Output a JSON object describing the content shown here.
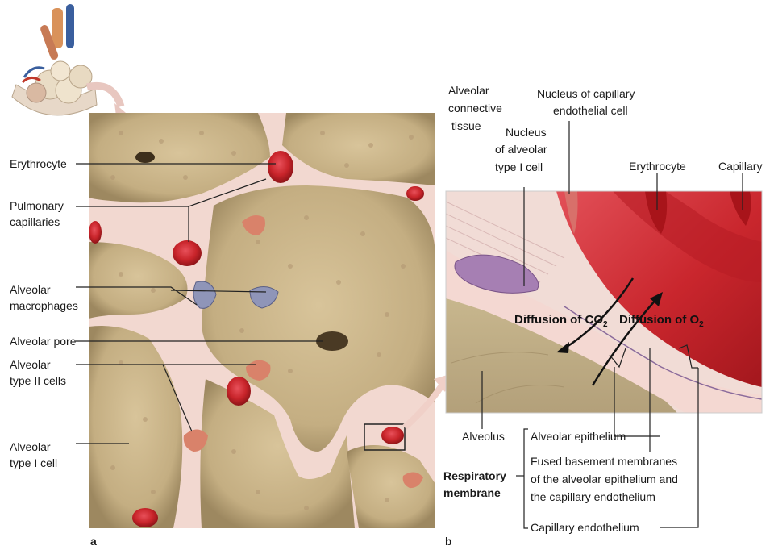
{
  "panel_a": {
    "letter": "a",
    "labels": {
      "erythrocyte": "Erythrocyte",
      "pulmonary_capillaries": [
        "Pulmonary",
        "capillaries"
      ],
      "alveolar_macrophages": [
        "Alveolar",
        "macrophages"
      ],
      "alveolar_pore": "Alveolar pore",
      "alveolar_type_ii": [
        "Alveolar",
        "type II cells"
      ],
      "alveolar_type_i": [
        "Alveolar",
        "type I cell"
      ]
    }
  },
  "panel_b": {
    "letter": "b",
    "labels": {
      "alveolar_connective_tissue": [
        "Alveolar",
        "connective",
        "tissue"
      ],
      "nucleus_type_i": [
        "Nucleus",
        "of alveolar",
        "type I cell"
      ],
      "nucleus_endothelial": [
        "Nucleus of capillary",
        "endothelial cell"
      ],
      "erythrocyte": "Erythrocyte",
      "capillary": "Capillary",
      "alveolus": "Alveolus",
      "diffusion_co2": "Diffusion of CO",
      "diffusion_co2_sub": "2",
      "diffusion_o2": "Diffusion of O",
      "diffusion_o2_sub": "2",
      "respiratory_membrane": [
        "Respiratory",
        "membrane"
      ],
      "alveolar_epithelium": "Alveolar epithelium",
      "fused_basement": [
        "Fused basement membranes",
        "of the alveolar epithelium and",
        "the capillary endothelium"
      ],
      "capillary_endothelium": "Capillary endothelium"
    }
  },
  "colors": {
    "alveolus_wall": "#c9b48a",
    "alveolus_shade": "#a8946a",
    "septum_pink": "#f0d4cc",
    "capillary_red": "#c8242a",
    "type1_purple": "#a67fb3",
    "leader": "#222222"
  }
}
